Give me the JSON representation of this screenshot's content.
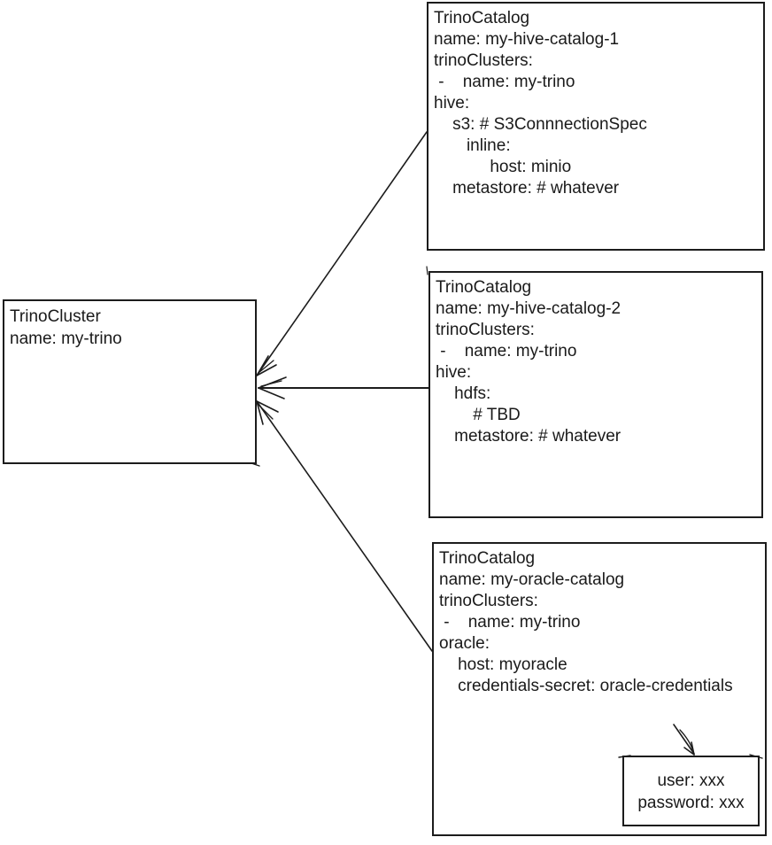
{
  "colors": {
    "background": "#ffffff",
    "stroke": "#1c1c1c",
    "text": "#1a1a1a"
  },
  "nodes": {
    "cluster": {
      "kind": "TrinoCluster",
      "lines": [
        "TrinoCluster",
        "name: my-trino"
      ]
    },
    "catalog1": {
      "kind": "TrinoCatalog",
      "lines": [
        "TrinoCatalog",
        "name: my-hive-catalog-1",
        "trinoClusters:",
        " -    name: my-trino",
        "hive:",
        "    s3: # S3ConnnectionSpec",
        "       inline:",
        "            host: minio",
        "    metastore: # whatever"
      ]
    },
    "catalog2": {
      "kind": "TrinoCatalog",
      "lines": [
        "TrinoCatalog",
        "name: my-hive-catalog-2",
        "trinoClusters:",
        " -    name: my-trino",
        "hive:",
        "    hdfs:",
        "        # TBD",
        "    metastore: # whatever"
      ]
    },
    "catalog3": {
      "kind": "TrinoCatalog",
      "lines": [
        "TrinoCatalog",
        "name: my-oracle-catalog",
        "trinoClusters:",
        " -    name: my-trino",
        "oracle:",
        "    host: myoracle",
        "    credentials-secret: oracle-credentials"
      ]
    },
    "secret": {
      "kind": "Secret",
      "lines": [
        "user: xxx",
        "password: xxx"
      ]
    }
  },
  "edges": [
    {
      "from": "my-hive-catalog-1",
      "to": "my-trino"
    },
    {
      "from": "my-hive-catalog-2",
      "to": "my-trino"
    },
    {
      "from": "my-oracle-catalog",
      "to": "my-trino"
    },
    {
      "from": "credentials-secret: oracle-credentials",
      "to": "secret"
    }
  ]
}
